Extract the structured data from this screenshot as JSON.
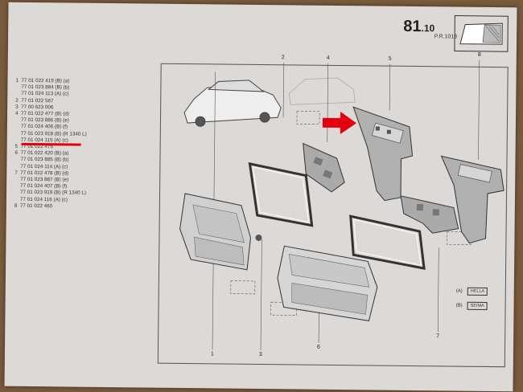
{
  "header": {
    "page_number": "81",
    "page_sub": ".10",
    "reference": "P.R.1018"
  },
  "parts_list": [
    {
      "idx": "1",
      "text": "77 01 022 419 (B) (a)"
    },
    {
      "idx": "",
      "text": "77 01 023 884 (B) (b)"
    },
    {
      "idx": "",
      "text": "77 01 024 113 (A) (c)"
    },
    {
      "idx": "2",
      "text": "77 01 022 567"
    },
    {
      "idx": "3",
      "text": "77 00 623 006"
    },
    {
      "idx": "4",
      "text": "77 01 022 477 (B) (d)"
    },
    {
      "idx": "",
      "text": "77 01 023 886 (B) (e)"
    },
    {
      "idx": "",
      "text": "77 01 024 406 (B) (f)"
    },
    {
      "idx": "",
      "text": "77 01 023 918 (B) (R 1340 L)"
    },
    {
      "idx": "",
      "text": "77 01 024 115 (A) (c)"
    },
    {
      "idx": "5",
      "text": "77 01 022 475"
    },
    {
      "idx": "6",
      "text": "77 01 022 420 (B) (a)"
    },
    {
      "idx": "",
      "text": "77 01 023 885 (B) (b)"
    },
    {
      "idx": "",
      "text": "77 01 024 114 (A) (c)"
    },
    {
      "idx": "7",
      "text": "77 01 022 478 (B) (d)"
    },
    {
      "idx": "",
      "text": "77 01 023 887 (B) (e)"
    },
    {
      "idx": "",
      "text": "77 01 024 407 (B) (f)"
    },
    {
      "idx": "",
      "text": "77 01 023 919 (B) (R 1340 L)"
    },
    {
      "idx": "",
      "text": "77 01 024 116 (A) (c)"
    },
    {
      "idx": "8",
      "text": "77 01 022 460"
    }
  ],
  "callouts": {
    "c1": "1",
    "c2": "2",
    "c3": "3",
    "c4": "4",
    "c5": "5",
    "c6": "6",
    "c7": "7",
    "c8": "8"
  },
  "legend": {
    "a_label": "(A)",
    "a_brand": "HELLA",
    "b_label": "(B)",
    "b_brand": "SEIMA"
  },
  "colors": {
    "paper": "#dcd9d6",
    "ink": "#333333",
    "highlight": "#e3000f",
    "background": "#7a5a3c"
  },
  "icons": [
    "tail-lamp-icon",
    "red-arrow-icon"
  ]
}
